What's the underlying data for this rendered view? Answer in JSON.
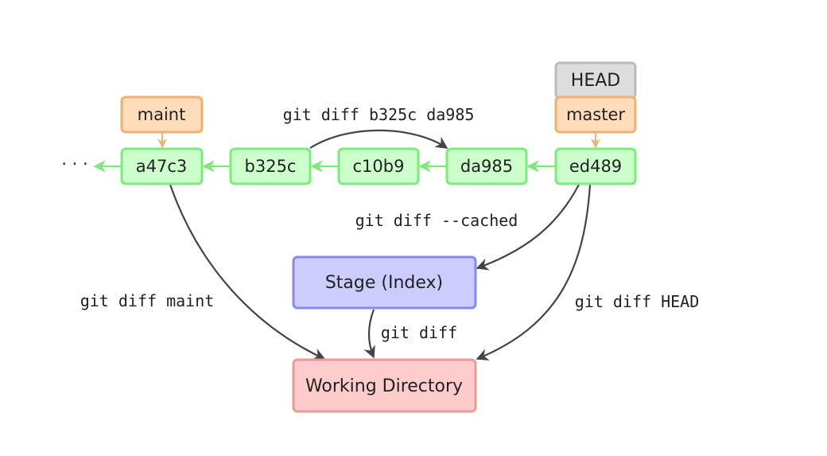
{
  "refs": {
    "head": "HEAD",
    "master": "master",
    "maint": "maint"
  },
  "commits": {
    "ellipsis": "· · ·",
    "a47c3": "a47c3",
    "b325c": "b325c",
    "c10b9": "c10b9",
    "da985": "da985",
    "ed489": "ed489"
  },
  "areas": {
    "stage": "Stage (Index)",
    "working": "Working Directory"
  },
  "commands": {
    "diff_commits": "git diff b325c da985",
    "diff_cached": "git diff --cached",
    "diff_maint": "git diff maint",
    "diff_plain": "git diff",
    "diff_head": "git diff HEAD"
  },
  "colors": {
    "commit_fill": "#ccffcc",
    "commit_stroke": "#77ee77",
    "branch_fill": "#ffddbb",
    "branch_stroke": "#f0b070",
    "head_fill": "#dddddd",
    "head_stroke": "#bbbbbb",
    "stage_fill": "#ccccff",
    "stage_stroke": "#8888ee",
    "working_fill": "#ffcccc",
    "working_stroke": "#ee9999",
    "arrow_dark": "#444444"
  }
}
